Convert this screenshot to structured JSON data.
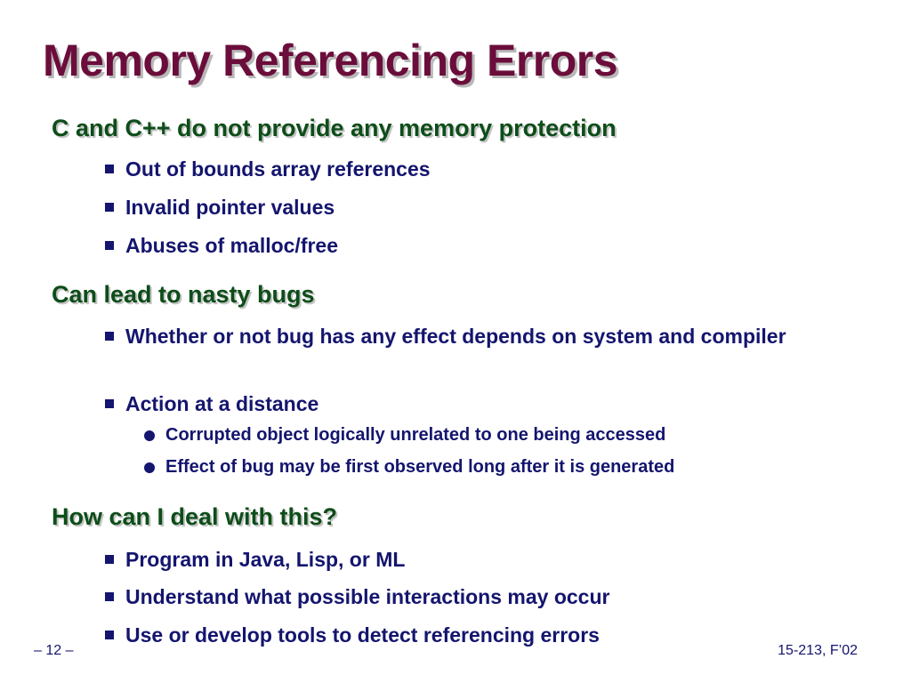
{
  "slide": {
    "title": "Memory Referencing Errors",
    "sections": [
      {
        "heading": "C and C++ do not provide any memory protection",
        "bullets": [
          {
            "text": "Out of bounds array references"
          },
          {
            "text": "Invalid pointer values"
          },
          {
            "text": "Abuses of malloc/free"
          }
        ]
      },
      {
        "heading": "Can lead to nasty bugs",
        "bullets": [
          {
            "text": "Whether or not bug has any effect depends on system and compiler"
          },
          {
            "text": "Action at a distance",
            "subbullets": [
              {
                "text": "Corrupted object logically unrelated to one being accessed"
              },
              {
                "text": "Effect of bug may be first observed long after it is generated"
              }
            ]
          }
        ]
      },
      {
        "heading": "How can I deal with this?",
        "bullets": [
          {
            "text": "Program in Java, Lisp, or ML"
          },
          {
            "text": "Understand what possible interactions may occur"
          },
          {
            "text": "Use or develop tools to detect referencing errors"
          }
        ]
      }
    ],
    "footer": {
      "page_number": "– 12 –",
      "course": "15-213, F’02"
    },
    "colors": {
      "title": "#6b0d3b",
      "heading": "#0d4d19",
      "body": "#14156e",
      "background": "#ffffff"
    }
  }
}
